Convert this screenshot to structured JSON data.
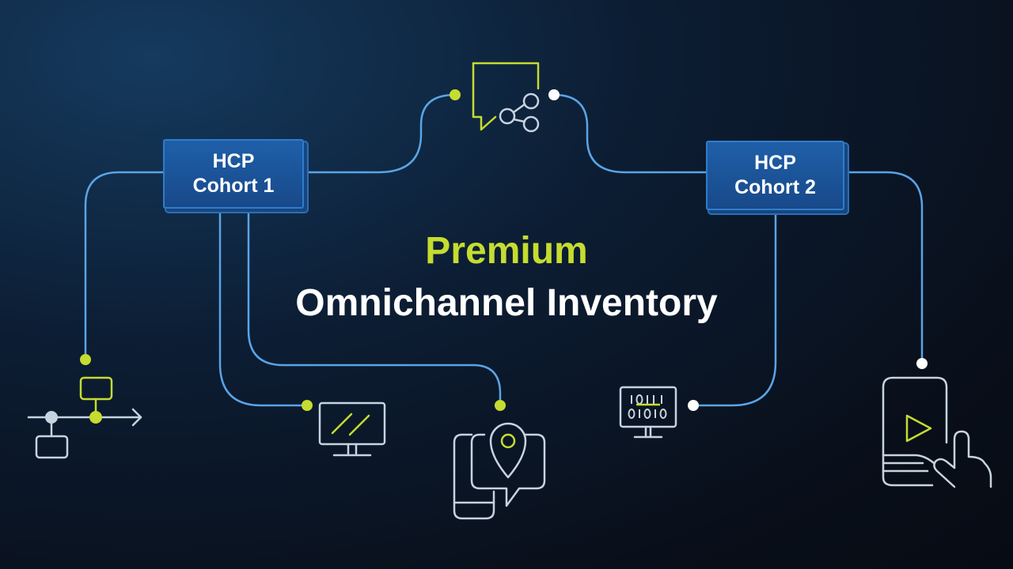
{
  "colors": {
    "line": "#5aa4e6",
    "accent": "#c5dc30",
    "white": "#ffffff",
    "icon": "#c7d3e0",
    "box": "#1f5fa8"
  },
  "cohort_1": {
    "line1": "HCP",
    "line2": "Cohort 1"
  },
  "cohort_2": {
    "line1": "HCP",
    "line2": "Cohort 2"
  },
  "title": {
    "highlight": "Premium",
    "main": "Omnichannel Inventory"
  },
  "icons": [
    "chat-share-icon",
    "flowchart-icon",
    "desktop-monitor-icon",
    "location-chat-icon",
    "binary-monitor-icon",
    "tablet-play-icon"
  ]
}
